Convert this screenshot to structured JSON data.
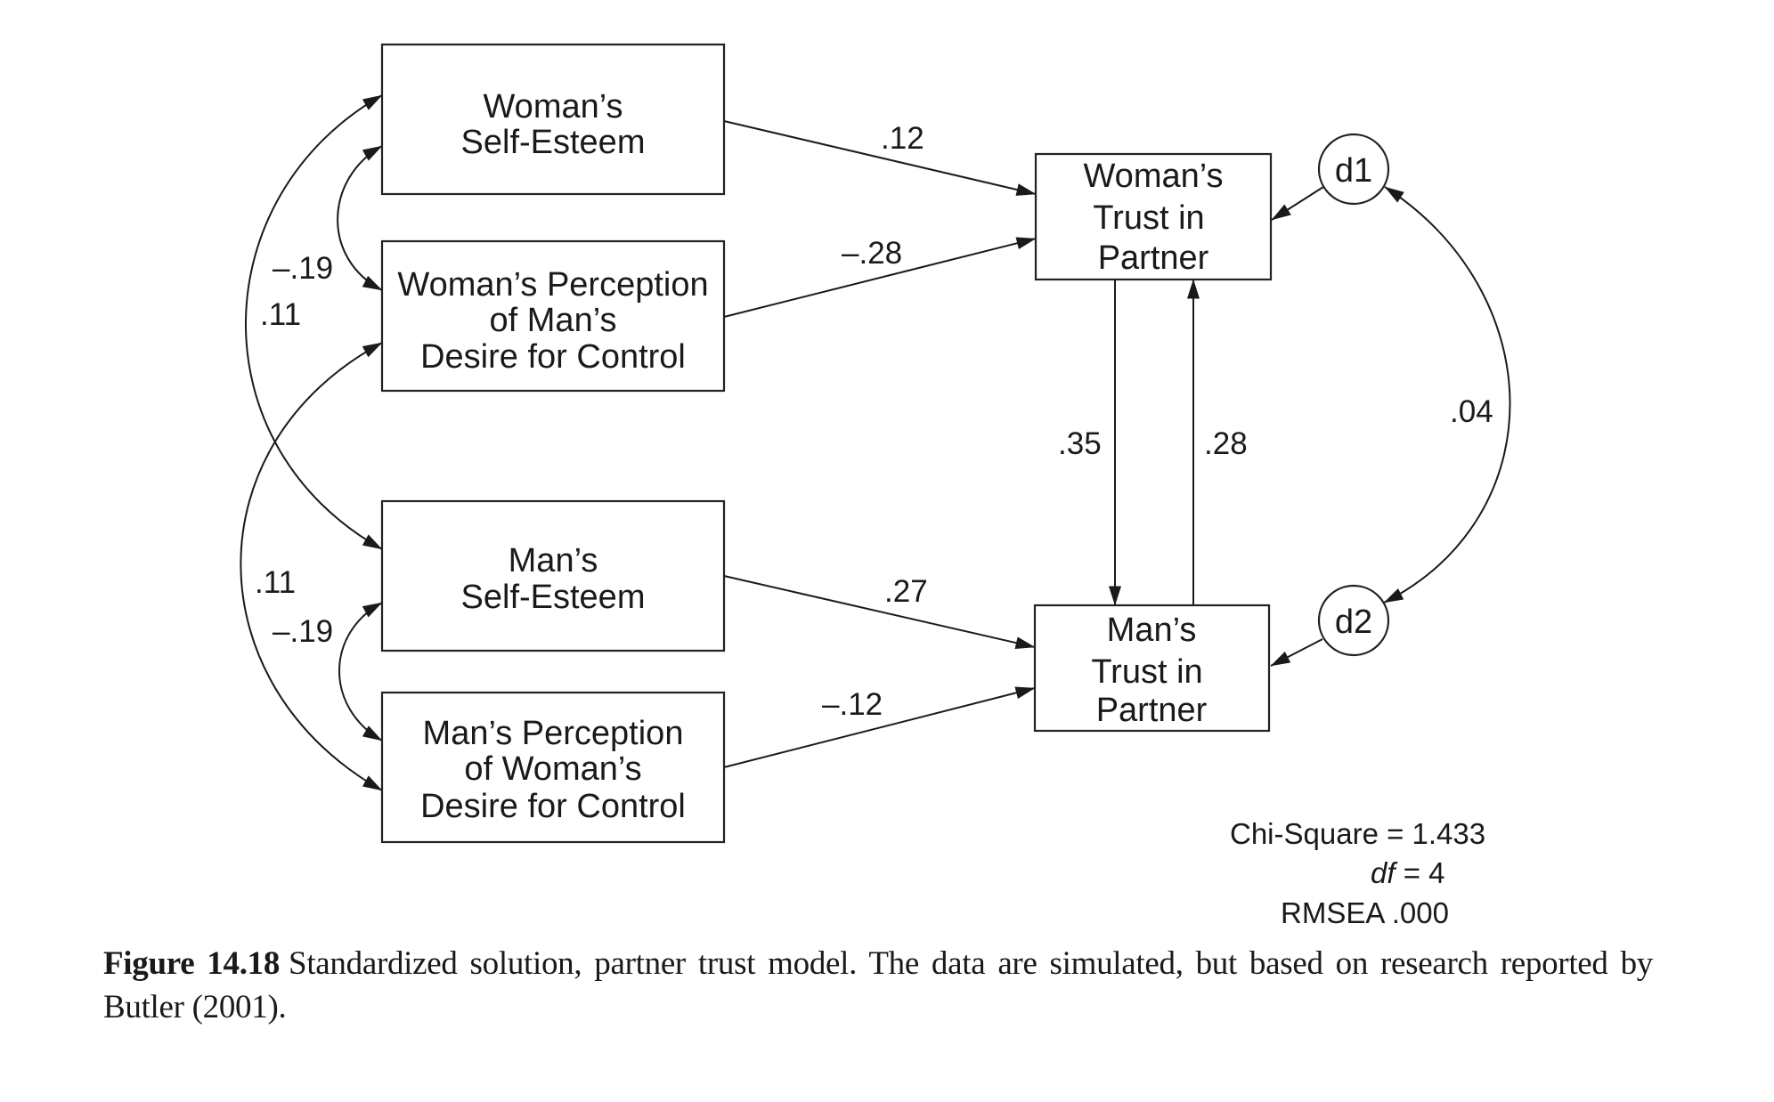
{
  "figure": {
    "number": "Figure 14.18",
    "caption": "Standardized solution, partner trust model. The data are simulated, but based on research reported by Butler (2001)."
  },
  "nodes": [
    {
      "id": "wse",
      "kind": "observed",
      "lines": [
        "Woman’s",
        "Self-Esteem"
      ]
    },
    {
      "id": "wpc",
      "kind": "observed",
      "lines": [
        "Woman’s Perception",
        "of Man’s",
        "Desire for Control"
      ]
    },
    {
      "id": "mse",
      "kind": "observed",
      "lines": [
        "Man’s",
        "Self-Esteem"
      ]
    },
    {
      "id": "mpc",
      "kind": "observed",
      "lines": [
        "Man’s Perception",
        "of Woman’s",
        "Desire for Control"
      ]
    },
    {
      "id": "wtp",
      "kind": "observed",
      "lines": [
        "Woman’s",
        "Trust in",
        "Partner"
      ]
    },
    {
      "id": "mtp",
      "kind": "observed",
      "lines": [
        "Man’s",
        "Trust in",
        "Partner"
      ]
    },
    {
      "id": "d1",
      "kind": "disturbance",
      "lines": [
        "d1"
      ]
    },
    {
      "id": "d2",
      "kind": "disturbance",
      "lines": [
        "d2"
      ]
    }
  ],
  "paths": [
    {
      "id": "wse-wtp",
      "from": "wse",
      "to": "wtp",
      "type": "directed",
      "label": ".12"
    },
    {
      "id": "wpc-wtp",
      "from": "wpc",
      "to": "wtp",
      "type": "directed",
      "label": "–.28"
    },
    {
      "id": "mse-mtp",
      "from": "mse",
      "to": "mtp",
      "type": "directed",
      "label": ".27"
    },
    {
      "id": "mpc-mtp",
      "from": "mpc",
      "to": "mtp",
      "type": "directed",
      "label": "–.12"
    },
    {
      "id": "wtp-mtp",
      "from": "wtp",
      "to": "mtp",
      "type": "directed",
      "label": ".35"
    },
    {
      "id": "mtp-wtp",
      "from": "mtp",
      "to": "wtp",
      "type": "directed",
      "label": ".28"
    },
    {
      "id": "d1-wtp",
      "from": "d1",
      "to": "wtp",
      "type": "directed",
      "label": ""
    },
    {
      "id": "d2-mtp",
      "from": "d2",
      "to": "mtp",
      "type": "directed",
      "label": ""
    },
    {
      "id": "wse-wpc",
      "from": "wse",
      "to": "wpc",
      "type": "covariance",
      "label": "–.19"
    },
    {
      "id": "wse-mse",
      "from": "wse",
      "to": "mse",
      "type": "covariance",
      "label": ".11"
    },
    {
      "id": "wpc-mpc",
      "from": "wpc",
      "to": "mpc",
      "type": "covariance",
      "label": ".11"
    },
    {
      "id": "mse-mpc",
      "from": "mse",
      "to": "mpc",
      "type": "covariance",
      "label": "–.19"
    },
    {
      "id": "d1-d2",
      "from": "d1",
      "to": "d2",
      "type": "covariance",
      "label": ".04"
    }
  ],
  "fit": {
    "chi_square": "Chi-Square = 1.433",
    "df_label": "df",
    "df_value": " = 4",
    "rmsea": "RMSEA .000"
  }
}
